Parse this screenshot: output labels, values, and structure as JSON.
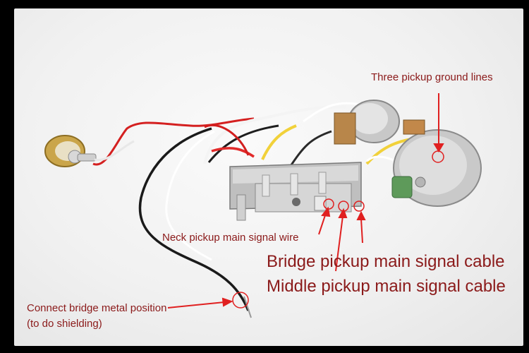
{
  "annotations": {
    "ground_lines": "Three pickup ground lines",
    "neck_signal": "Neck pickup main signal wire",
    "bridge_signal": "Bridge pickup main signal cable",
    "middle_signal": "Middle pickup main signal cable",
    "shielding": "Connect bridge metal position (to do shielding)"
  },
  "colors": {
    "annotation_text": "#8b1a1a",
    "arrow": "#e02020",
    "background": "#f2f2f2",
    "frame": "#000000"
  }
}
